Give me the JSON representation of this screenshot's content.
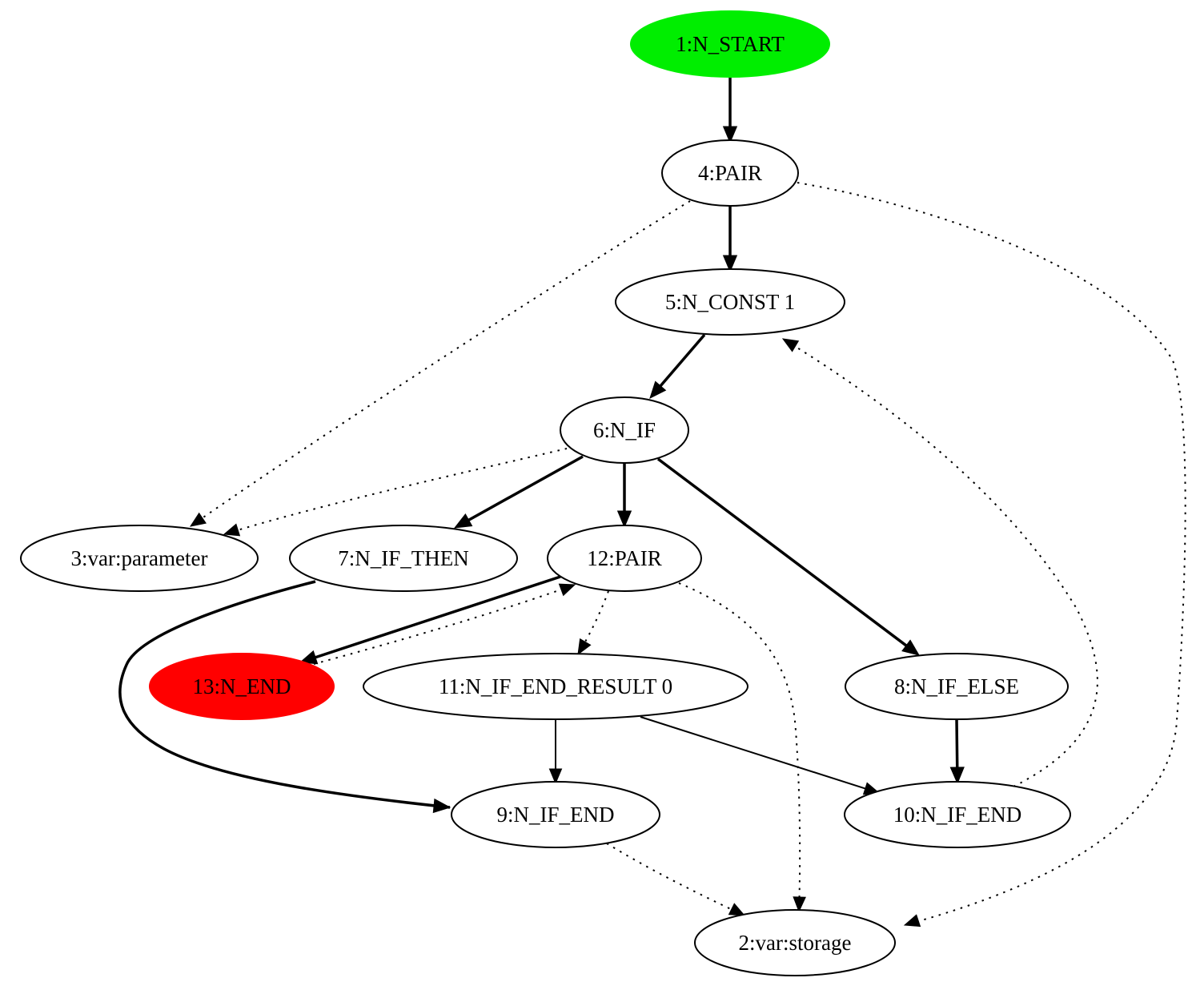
{
  "diagram": {
    "nodes": [
      {
        "id": "n1",
        "label": "1:N_START",
        "fill": "#00ee00"
      },
      {
        "id": "n4",
        "label": "4:PAIR",
        "fill": "#ffffff"
      },
      {
        "id": "n5",
        "label": "5:N_CONST 1",
        "fill": "#ffffff"
      },
      {
        "id": "n6",
        "label": "6:N_IF",
        "fill": "#ffffff"
      },
      {
        "id": "n3",
        "label": "3:var:parameter",
        "fill": "#ffffff"
      },
      {
        "id": "n7",
        "label": "7:N_IF_THEN",
        "fill": "#ffffff"
      },
      {
        "id": "n12",
        "label": "12:PAIR",
        "fill": "#ffffff"
      },
      {
        "id": "n13",
        "label": "13:N_END",
        "fill": "#ff0000"
      },
      {
        "id": "n11",
        "label": "11:N_IF_END_RESULT 0",
        "fill": "#ffffff"
      },
      {
        "id": "n8",
        "label": "8:N_IF_ELSE",
        "fill": "#ffffff"
      },
      {
        "id": "n9",
        "label": "9:N_IF_END",
        "fill": "#ffffff"
      },
      {
        "id": "n10",
        "label": "10:N_IF_END",
        "fill": "#ffffff"
      },
      {
        "id": "n2",
        "label": "2:var:storage",
        "fill": "#ffffff"
      }
    ],
    "edges": [
      {
        "from": "n1",
        "to": "n4",
        "style": "bold"
      },
      {
        "from": "n4",
        "to": "n5",
        "style": "bold"
      },
      {
        "from": "n4",
        "to": "n3",
        "style": "dotted"
      },
      {
        "from": "n4",
        "to": "n2",
        "style": "dotted"
      },
      {
        "from": "n5",
        "to": "n6",
        "style": "bold"
      },
      {
        "from": "n6",
        "to": "n3",
        "style": "dotted"
      },
      {
        "from": "n6",
        "to": "n7",
        "style": "bold"
      },
      {
        "from": "n6",
        "to": "n12",
        "style": "bold"
      },
      {
        "from": "n6",
        "to": "n8",
        "style": "bold"
      },
      {
        "from": "n7",
        "to": "n9",
        "style": "bold"
      },
      {
        "from": "n12",
        "to": "n13",
        "style": "bold"
      },
      {
        "from": "n13",
        "to": "n12",
        "style": "dotted"
      },
      {
        "from": "n12",
        "to": "n11",
        "style": "dotted"
      },
      {
        "from": "n12",
        "to": "n2",
        "style": "dotted"
      },
      {
        "from": "n11",
        "to": "n9",
        "style": "solid"
      },
      {
        "from": "n11",
        "to": "n10",
        "style": "solid"
      },
      {
        "from": "n8",
        "to": "n10",
        "style": "bold"
      },
      {
        "from": "n10",
        "to": "n5",
        "style": "dotted"
      },
      {
        "from": "n9",
        "to": "n2",
        "style": "dotted"
      }
    ]
  }
}
